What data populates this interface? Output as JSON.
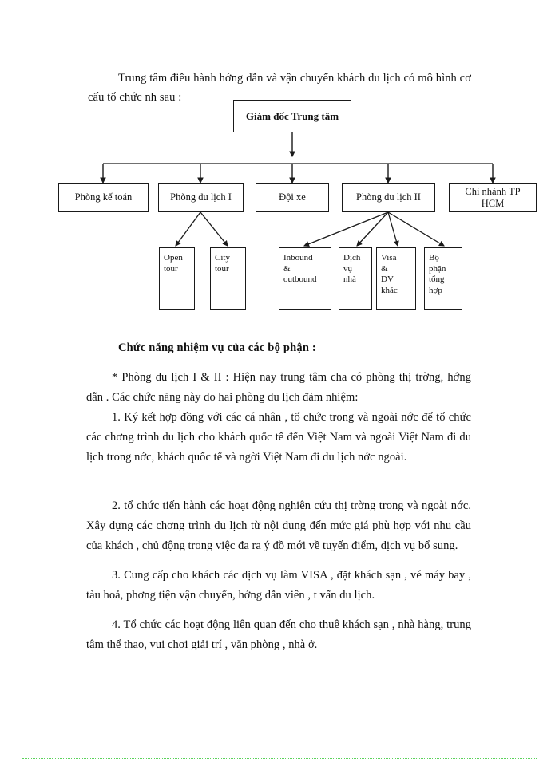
{
  "document": {
    "intro_paragraph": "Trung tâm điều hành hớng   dẫn và vận chuyển khách du lịch có mô hình cơ cấu tổ chức nh   sau :",
    "section_heading": "Chức năng nhiệm vụ của các bộ phận  :",
    "paragraphs": [
      "* Phòng du lịch I & II : Hiện nay trung tâm cha   có phòng thị trờng, hớng   dẫn . Các chức năng này do hai phòng du lịch đảm nhiệm:",
      "1.  Ký kết hợp đồng với các cá nhân , tổ chức trong và ngoài nớc   để tổ chức các chơng   trình du lịch cho khách quốc tế đến Việt Nam và ngoài Việt Nam đi du lịch trong nớc,   khách quốc tế và ngời   Việt Nam đi du lịch nớc   ngoài.",
      "2. tổ chức tiến hành các hoạt động nghiên cứu thị trờng   trong và ngoài nớc.  Xây dựng các chơng   trình du lịch từ nội dung đến mức giá phù hợp với nhu cầu của khách , chủ động trong việc đa   ra ý đồ mới về tuyến điểm, dịch vụ bổ sung.",
      "3. Cung cấp cho khách các dịch vụ làm VISA , đặt khách sạn , vé máy bay , tàu hoả, phơng   tiện vận chuyển, hớng   dẫn viên , t   vấn du lịch.",
      "4. Tổ chức các hoạt động liên quan đến cho thuê khách sạn , nhà hàng, trung tâm thể thao, vui chơi giải trí , văn phòng , nhà ở."
    ]
  },
  "org_chart": {
    "root": {
      "label": "Giám đốc Trung tâm"
    },
    "level2": [
      {
        "label": "Phòng kế toán"
      },
      {
        "label": "Phòng du lịch I"
      },
      {
        "label": "Đội xe"
      },
      {
        "label": "Phòng du lịch II"
      },
      {
        "label": "Chi nhánh TP\nHCM"
      }
    ],
    "level3_group_a": [
      {
        "label": "Open\ntour"
      },
      {
        "label": "City\ntour"
      }
    ],
    "level3_group_b": [
      {
        "label": "Inbound\n&\noutbound"
      },
      {
        "label": "Dịch\nvụ\nnhà"
      },
      {
        "label": "Visa\n&\nDV\nkhác"
      },
      {
        "label": "Bộ\nphận\ntổng\nhợp"
      }
    ]
  },
  "colors": {
    "box_border": "#1a1a1a",
    "connector": "#1a1a1a",
    "text": "#111111",
    "footer_rule": "#5bd25b"
  }
}
